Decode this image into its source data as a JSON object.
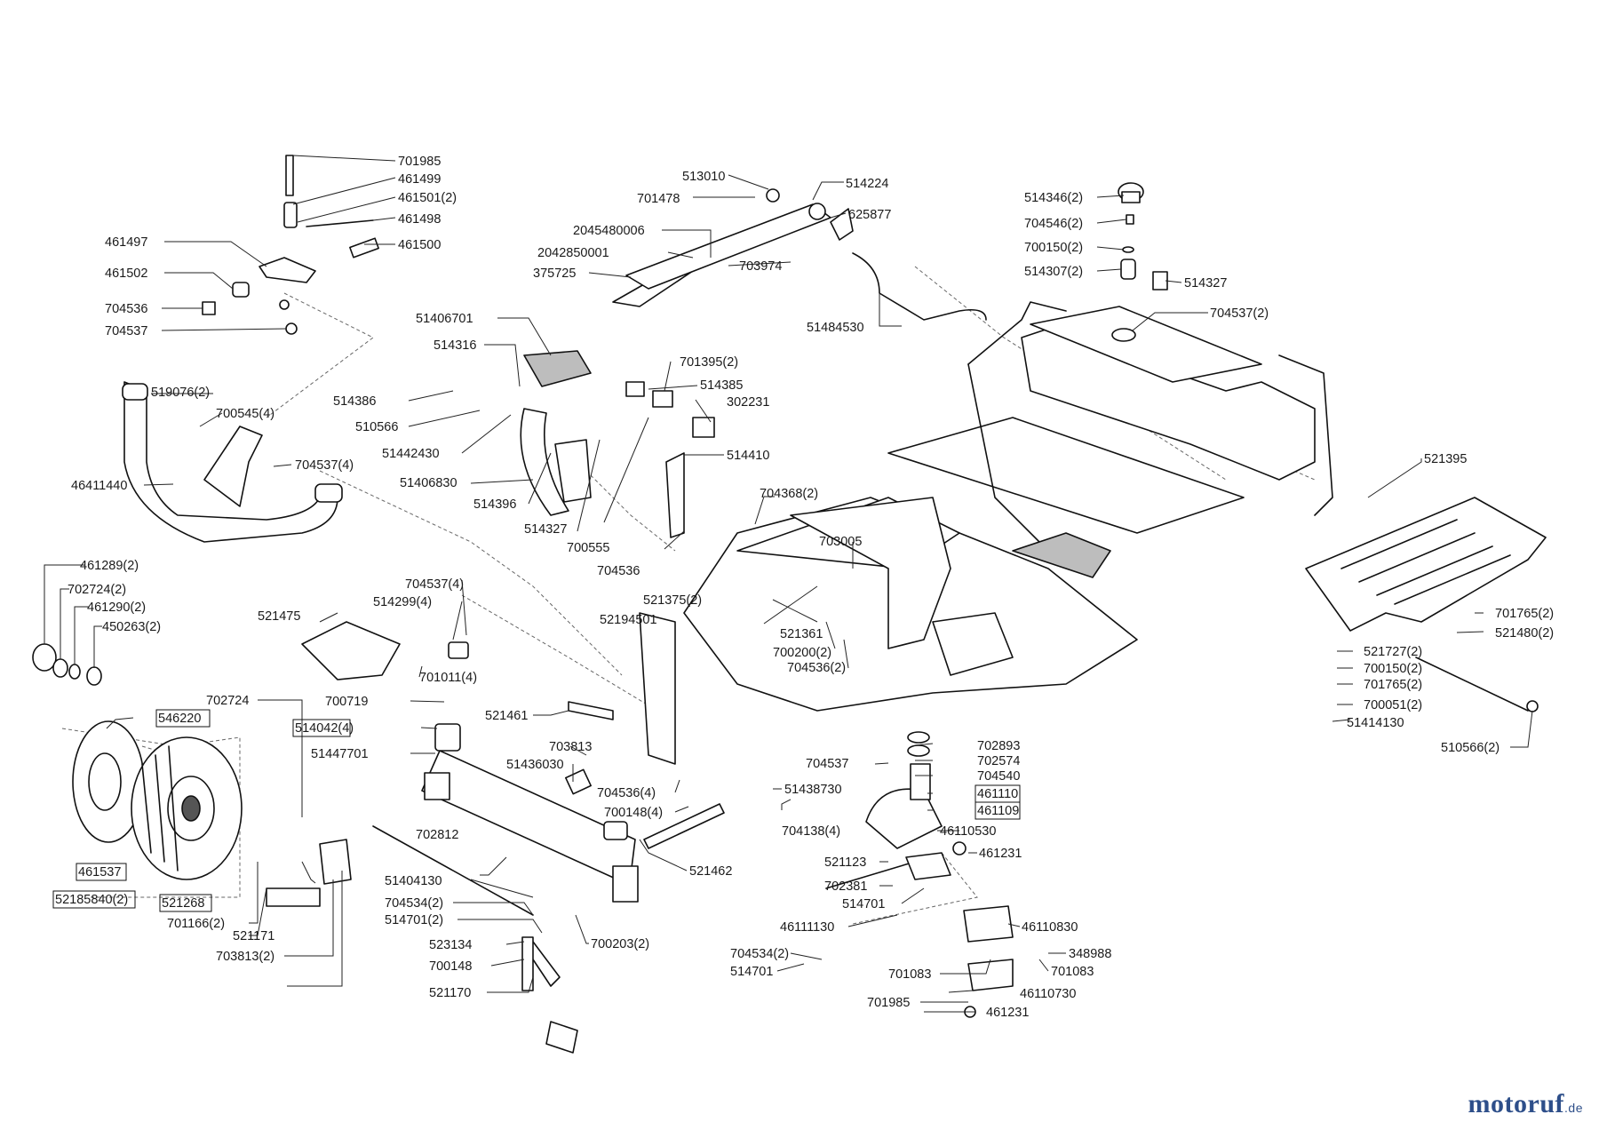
{
  "brand": {
    "logo_main": "motoruf",
    "logo_tld": ".de",
    "primary_color": "#2e4f8a",
    "accent_color": "#e0a21a"
  },
  "labels": [
    "701985",
    "461499",
    "461501(2)",
    "461498",
    "461500",
    "461497",
    "461502",
    "704536",
    "704537",
    "513010",
    "701478",
    "514224",
    "625877",
    "2045480006",
    "2042850001",
    "703974",
    "375725",
    "51484530",
    "514346(2)",
    "704546(2)",
    "700150(2)",
    "514307(2)",
    "514327",
    "704537(2)",
    "51406701",
    "514316",
    "701395(2)",
    "514385",
    "302231",
    "514386",
    "510566",
    "51442430",
    "514410",
    "51406830",
    "514396",
    "514327",
    "700555",
    "704536",
    "519076(2)",
    "700545(4)",
    "704537(4)",
    "46411440",
    "704368(2)",
    "703005",
    "521375(2)",
    "52194501",
    "521361",
    "700200(2)",
    "704536(2)",
    "521395",
    "701765(2)",
    "521480(2)",
    "521727(2)",
    "700150(2)",
    "701765(2)",
    "700051(2)",
    "51414130",
    "510566(2)",
    "461289(2)",
    "702724(2)",
    "461290(2)",
    "450263(2)",
    "521475",
    "704537(4)",
    "514299(4)",
    "701011(4)",
    "546220",
    "702724",
    "700719",
    "514042(4)",
    "51447701",
    "521461",
    "703813",
    "51436030",
    "704536(4)",
    "700148(4)",
    "704537",
    "51438730",
    "704138(4)",
    "521462",
    "702893",
    "702574",
    "704540",
    "461110",
    "461109",
    "46110530",
    "461231",
    "521123",
    "702381",
    "514701",
    "461537",
    "702812",
    "51404130",
    "704534(2)",
    "514701(2)",
    "52185840(2)",
    "521268",
    "701166(2)",
    "521171",
    "523134",
    "700148",
    "703813(2)",
    "700203(2)",
    "521170",
    "46111130",
    "46110830",
    "704534(2)",
    "514701",
    "348988",
    "701083",
    "701083",
    "46110730",
    "701985",
    "461231"
  ]
}
